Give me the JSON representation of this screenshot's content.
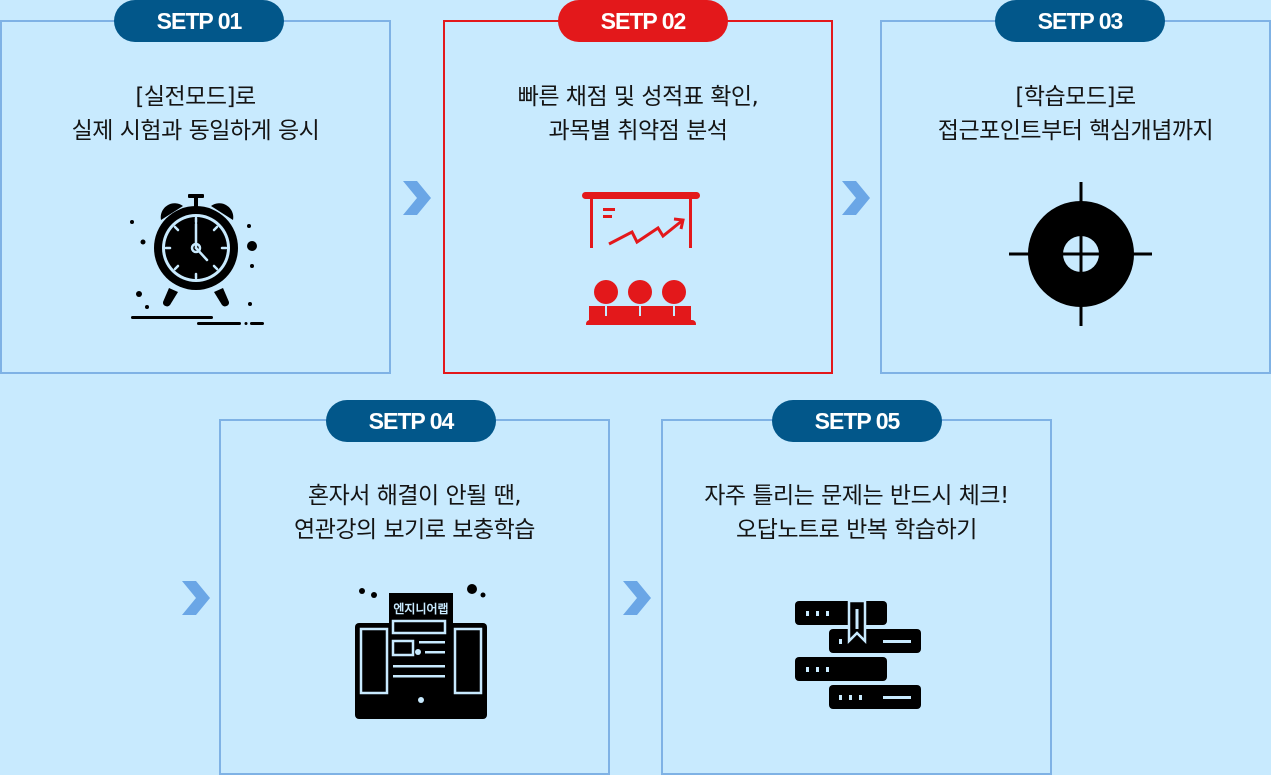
{
  "steps": [
    {
      "badge": "SETP 01",
      "lines": [
        "[실전모드]로",
        "실제 시험과 동일하게 응시"
      ],
      "icon": "alarm-clock-icon",
      "active": false
    },
    {
      "badge": "SETP 02",
      "lines": [
        "빠른 채점 및 성적표 확인,",
        "과목별 취약점 분석"
      ],
      "icon": "presentation-chart-icon",
      "active": true
    },
    {
      "badge": "SETP 03",
      "lines": [
        "[학습모드]로",
        "접근포인트부터 핵심개념까지"
      ],
      "icon": "target-crosshair-icon",
      "active": false
    },
    {
      "badge": "SETP 04",
      "lines": [
        "혼자서 해결이 안될 땐,",
        "연관강의 보기로 보충학습"
      ],
      "icon": "monitor-lecture-icon",
      "active": false,
      "icon_label": "엔지니어랩"
    },
    {
      "badge": "SETP 05",
      "lines": [
        "자주 틀리는 문제는 반드시 체크!",
        "오답노트로 반복 학습하기"
      ],
      "icon": "book-stack-icon",
      "active": false
    }
  ],
  "colors": {
    "background": "#c8eafe",
    "box_border": "#7fb2e5",
    "active": "#e3181b",
    "badge": "#02578a",
    "arrow": "#6aa6e6",
    "icon": "#000000"
  }
}
